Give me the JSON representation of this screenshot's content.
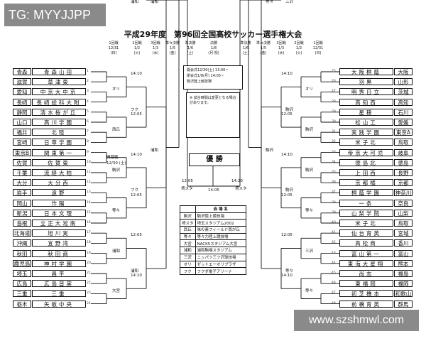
{
  "watermarks": {
    "top": "TG: MYYJJPP",
    "bottom": "www.szshmwl.com"
  },
  "title": "平成29年度　第96回全国高校サッカー選手権大会",
  "round_headers": {
    "left": [
      [
        "1回戦",
        "12/31",
        "(日)"
      ],
      [
        "2回戦",
        "1/2",
        "(火)"
      ],
      [
        "3回戦",
        "1/3",
        "(水)"
      ],
      [
        "準々決勝",
        "1/5",
        "(金)"
      ],
      [
        "準決勝",
        "1/6",
        "(土)"
      ]
    ],
    "center": [
      "決勝",
      "1/8",
      "(月·祝)"
    ],
    "right": [
      [
        "準決勝",
        "1/6",
        "(土)"
      ],
      [
        "準々決勝",
        "1/5",
        "(金)"
      ],
      [
        "3回戦",
        "1/3",
        "(水)"
      ],
      [
        "2回戦",
        "1/2",
        "(火)"
      ],
      [
        "1回戦",
        "12/31",
        "(日)"
      ]
    ]
  },
  "left_teams": [
    {
      "pref": "青森",
      "school": "青森山田",
      "code": "1"
    },
    {
      "pref": "滋賀",
      "school": "草津東",
      "code": "2"
    },
    {
      "pref": "愛知",
      "school": "中京大中京",
      "code": "3"
    },
    {
      "pref": "長崎",
      "school": "長崎総科大附",
      "code": "4"
    },
    {
      "pref": "静岡",
      "school": "清水桜が丘",
      "code": "5"
    },
    {
      "pref": "山口",
      "school": "高川学園",
      "code": "6"
    },
    {
      "pref": "福井",
      "school": "北陸",
      "code": "7"
    },
    {
      "pref": "宮崎",
      "school": "日章学園",
      "code": "8"
    },
    {
      "pref": "東京B",
      "school": "関東第一",
      "code": "9"
    },
    {
      "pref": "佐賀",
      "school": "佐賀東",
      "code": "10"
    },
    {
      "pref": "千葉",
      "school": "流経大柏",
      "code": "11"
    },
    {
      "pref": "大分",
      "school": "大分西",
      "code": "12"
    },
    {
      "pref": "岩手",
      "school": "遠野",
      "code": "13"
    },
    {
      "pref": "岡山",
      "school": "作陽",
      "code": "14"
    },
    {
      "pref": "新潟",
      "school": "日本文理",
      "code": "15"
    },
    {
      "pref": "島根",
      "school": "立正大淞南",
      "code": "16"
    },
    {
      "pref": "北海道",
      "school": "旭川実",
      "code": "17"
    },
    {
      "pref": "沖縄",
      "school": "宜野湾",
      "code": "18"
    },
    {
      "pref": "秋田",
      "school": "秋田商",
      "code": "19"
    },
    {
      "pref": "鹿児島",
      "school": "神村学園",
      "code": "20"
    },
    {
      "pref": "埼玉",
      "school": "昌平",
      "code": "21"
    },
    {
      "pref": "広島",
      "school": "広島皆実",
      "code": "22"
    },
    {
      "pref": "三重",
      "school": "三重",
      "code": "23"
    },
    {
      "pref": "栃木",
      "school": "矢板中央",
      "code": "24"
    }
  ],
  "right_teams": [
    {
      "pref": "大阪",
      "school": "大阪桐蔭",
      "code": "25"
    },
    {
      "pref": "山形",
      "school": "羽黒",
      "code": "26"
    },
    {
      "pref": "茨城",
      "school": "明秀日立",
      "code": "27"
    },
    {
      "pref": "高知",
      "school": "高知西",
      "code": "28"
    },
    {
      "pref": "石川",
      "school": "星稜",
      "code": "29"
    },
    {
      "pref": "愛媛",
      "school": "松山工",
      "code": "30"
    },
    {
      "pref": "東京A",
      "school": "実践学園",
      "code": "31"
    },
    {
      "pref": "鳥取",
      "school": "米子北",
      "code": "32"
    },
    {
      "pref": "岐阜",
      "school": "帝京大可児",
      "code": "33"
    },
    {
      "pref": "徳島",
      "school": "徳島北",
      "code": "34"
    },
    {
      "pref": "長野",
      "school": "上田西",
      "code": "35"
    },
    {
      "pref": "京都",
      "school": "京都橘",
      "code": "36"
    },
    {
      "pref": "神奈川",
      "school": "桐蔭学園",
      "code": "37"
    },
    {
      "pref": "奈良",
      "school": "一条",
      "code": "38"
    },
    {
      "pref": "山梨",
      "school": "山梨学院",
      "code": "39"
    },
    {
      "pref": "鳥取",
      "school": "米子北",
      "code": "40"
    },
    {
      "pref": "宮城",
      "school": "仙台育英",
      "code": "41"
    },
    {
      "pref": "香川",
      "school": "高松商",
      "code": "42"
    },
    {
      "pref": "富山",
      "school": "富山第一",
      "code": "43"
    },
    {
      "pref": "熊本",
      "school": "東海大星翔",
      "code": "44"
    },
    {
      "pref": "福島",
      "school": "尚志",
      "code": "45"
    },
    {
      "pref": "福岡",
      "school": "東福岡",
      "code": "46"
    },
    {
      "pref": "和歌山",
      "school": "初芝橋本",
      "code": "47"
    },
    {
      "pref": "群馬",
      "school": "前橋育英",
      "code": "48"
    }
  ],
  "match_labels": {
    "l_r1": [
      "フク",
      "浦和"
    ],
    "l_r2": [
      "オリ",
      "西丘",
      "駒沢",
      "等々",
      "浦和",
      "大宮"
    ],
    "l_r3": [
      "フク",
      "フク",
      "浦和",
      "浦和"
    ],
    "l_r4": [
      "浦和",
      "浦和"
    ],
    "r_r1": [
      "西丘",
      "三沢"
    ],
    "r_r2": [
      "オリ",
      "駒沢",
      "駒沢",
      "等々",
      "三沢",
      "等々"
    ],
    "r_r3": [
      "駒沢",
      "駒沢",
      "等々",
      "三沢"
    ],
    "r_r4": [
      "駒沢",
      "等々"
    ],
    "times": [
      "14:10",
      "12:05",
      "14:10",
      "12:05",
      "12:05",
      "14:10"
    ],
    "semi_venue": "埼スタ",
    "final_time": "14:05",
    "semi_times": [
      "12:05",
      "14:20"
    ],
    "left_extra": "開幕戦",
    "left_extra_date": "12/30 (土)"
  },
  "champion_label": "優 勝",
  "info_lines": [
    "開会式12/30(土) 13:00~",
    "閉会式1/8(月) 14:05~",
    "駒沢陸上競技場"
  ],
  "notice": "※ 試合時間は変更となる場合があります。",
  "venue_header": "会 場 名",
  "venues": [
    {
      "key": "駒沢",
      "name": "駒沢陸上競技場"
    },
    {
      "key": "埼スタ",
      "name": "埼玉スタジアム2002"
    },
    {
      "key": "西丘",
      "name": "味の素フィールド西が丘"
    },
    {
      "key": "等々",
      "name": "等々力陸上競技場"
    },
    {
      "key": "大宮",
      "name": "NACK5スタジアム大宮"
    },
    {
      "key": "浦和",
      "name": "浦和駒場スタジアム"
    },
    {
      "key": "三沢",
      "name": "ニッパツ三ツ沢球技場"
    },
    {
      "key": "オリ",
      "name": "ゼットエーオリプラザ"
    },
    {
      "key": "フク",
      "name": "フクダ電子アリーナ"
    }
  ]
}
